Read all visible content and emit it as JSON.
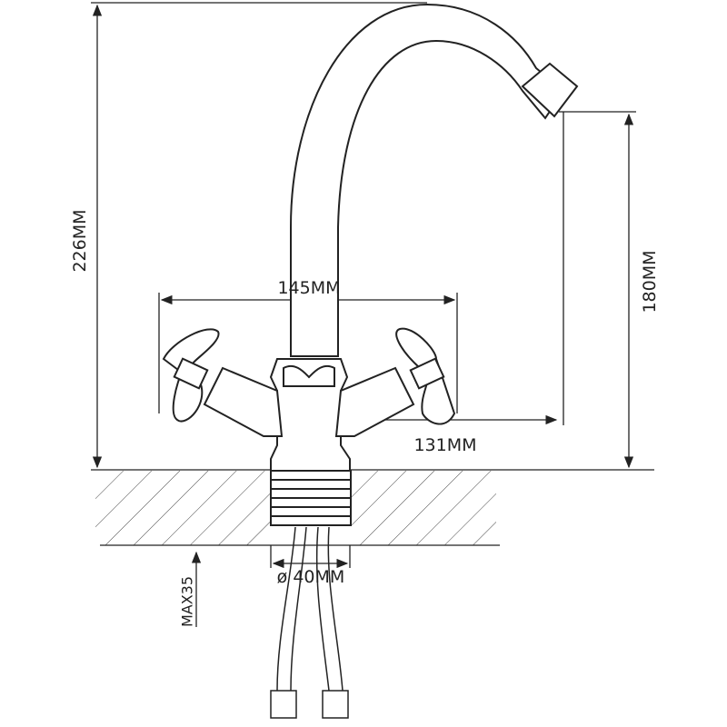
{
  "title": "Faucet dimensional drawing",
  "dimensions": {
    "total_height": "226MM",
    "handle_span": "145MM",
    "spout_height": "180MM",
    "spout_reach": "131MM",
    "mount_diameter": "ø 40MM",
    "max_counter_thickness": "MAX35"
  },
  "colors": {
    "line": "#222222",
    "background": "#ffffff"
  }
}
